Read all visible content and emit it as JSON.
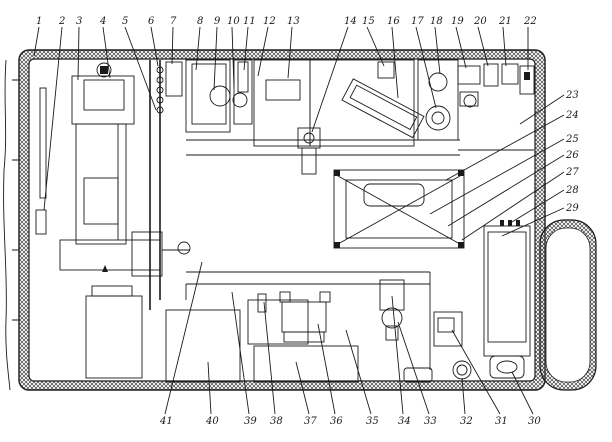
{
  "diagram": {
    "labels": [
      "1",
      "2",
      "3",
      "4",
      "5",
      "6",
      "7",
      "8",
      "9",
      "10",
      "11",
      "12",
      "13",
      "14",
      "15",
      "16",
      "17",
      "18",
      "19",
      "20",
      "21",
      "22",
      "23",
      "24",
      "25",
      "26",
      "27",
      "28",
      "29",
      "30",
      "31",
      "32",
      "33",
      "34",
      "35",
      "36",
      "37",
      "38",
      "39",
      "40",
      "41"
    ],
    "colors": {
      "ink": "#1a1a1a",
      "paper": "#ffffff",
      "hatch": "#555555"
    }
  }
}
